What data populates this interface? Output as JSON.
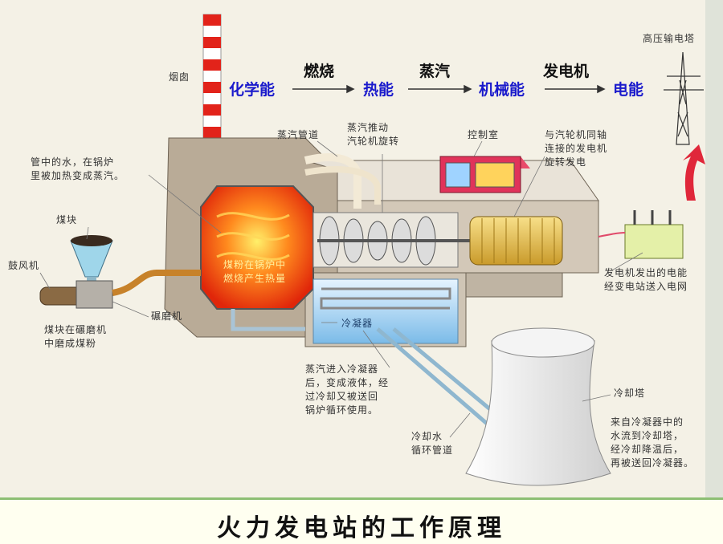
{
  "flow": {
    "chemical": "化学能",
    "combustion": "燃烧",
    "heat": "热能",
    "steam": "蒸汽",
    "mechanical": "机械能",
    "generator": "发电机",
    "electric": "电能"
  },
  "labels": {
    "chimney": "烟囱",
    "pipe_water": "管中的水，在锅炉\n里被加热变成蒸汽。",
    "coal": "煤块",
    "blower": "鼓风机",
    "grinder": "碾磨机",
    "coal_ground": "煤块在碾磨机\n中磨成煤粉",
    "steam_pipe": "蒸汽管道",
    "steam_turbine": "蒸汽推动\n汽轮机旋转",
    "control_room": "控制室",
    "generator_desc": "与汽轮机同轴\n连接的发电机\n旋转发电",
    "tower": "高压输电塔",
    "grid": "发电机发出的电能\n经变电站送入电网",
    "boiler_fire": "煤粉在锅炉中\n燃烧产生热量",
    "condenser": "冷凝器",
    "condenser_desc": "蒸汽进入冷凝器\n后，变成液体，经\n过冷却又被送回\n锅炉循环使用。",
    "cooling_pipe": "冷却水\n循环管道",
    "cooling_tower": "冷却塔",
    "cooling_desc": "来自冷凝器中的\n水流到冷却塔，\n经冷却降温后，\n再被送回冷凝器。"
  },
  "footer": {
    "title": "火力发电站的工作原理"
  },
  "colors": {
    "energy_text": "#1a1acc",
    "footer_border": "#8dbf74",
    "building": "#b9ab97"
  }
}
